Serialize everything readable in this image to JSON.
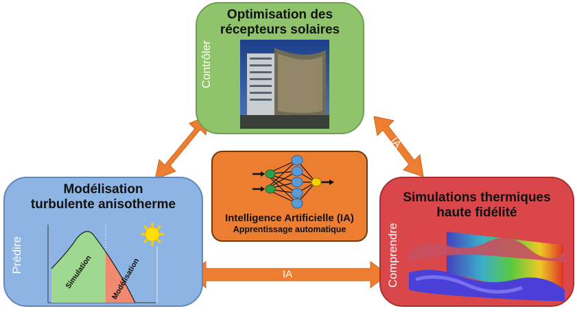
{
  "top_box": {
    "title_line1": "Optimisation des",
    "title_line2": "récepteurs solaires",
    "side_label": "Contrôler",
    "color": "#8fc46c"
  },
  "left_box": {
    "title_line1": "Modélisation",
    "title_line2": "turbulente anisotherme",
    "side_label": "Prédire",
    "color": "#8db4e2",
    "plot_label_simulation": "Simulation",
    "plot_label_modelisation": "Modélisation"
  },
  "right_box": {
    "title_line1": "Simulations thermiques",
    "title_line2": "haute fidélité",
    "side_label": "Comprendre",
    "color": "#d9474a"
  },
  "center_box": {
    "title": "Intelligence Artificielle (IA)",
    "subtitle": "Apprentissage automatique",
    "color": "#ed7d31"
  },
  "arrows": {
    "left_label": "IA",
    "right_label": "IA",
    "bottom_label": "IA",
    "color": "#ed7d31"
  }
}
